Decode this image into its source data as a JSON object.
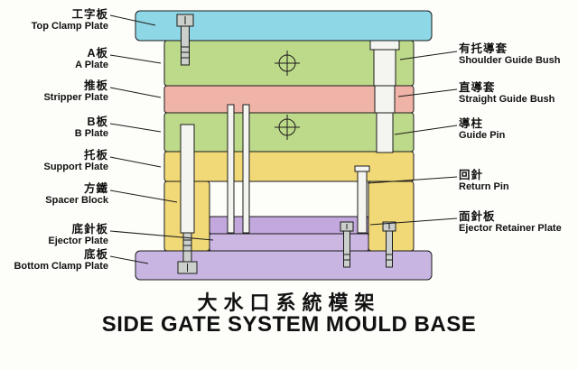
{
  "title": {
    "zh": "大水口系統模架",
    "en": "SIDE GATE SYSTEM MOULD BASE"
  },
  "left_labels": [
    {
      "zh": "工字板",
      "en": "Top Clamp Plate"
    },
    {
      "zh": "A板",
      "en": "A Plate"
    },
    {
      "zh": "推板",
      "en": "Stripper Plate"
    },
    {
      "zh": "B板",
      "en": "B Plate"
    },
    {
      "zh": "托板",
      "en": "Support Plate"
    },
    {
      "zh": "方鐵",
      "en": "Spacer Block"
    },
    {
      "zh": "底針板",
      "en": "Ejector Plate"
    },
    {
      "zh": "底板",
      "en": "Bottom Clamp Plate"
    }
  ],
  "right_labels": [
    {
      "zh": "有托導套",
      "en": "Shoulder Guide Bush"
    },
    {
      "zh": "直導套",
      "en": "Straight Guide Bush"
    },
    {
      "zh": "導柱",
      "en": "Guide Pin"
    },
    {
      "zh": "回針",
      "en": "Return Pin"
    },
    {
      "zh": "面針板",
      "en": "Ejector Retainer Plate"
    }
  ],
  "colors": {
    "top_clamp_plate": "#8ed7e6",
    "a_plate": "#bdd98a",
    "stripper_plate": "#f0b3a7",
    "b_plate": "#bdd98a",
    "support_plate": "#f2d978",
    "spacer_block": "#f2d978",
    "ejector_retainer_plate": "#c2a8dc",
    "ejector_plate": "#ccb7e3",
    "bottom_clamp_plate": "#c8b5e2",
    "metal": "#ccd0cc",
    "pin_white": "#f4f5f0",
    "outline": "#1a1a1a"
  }
}
